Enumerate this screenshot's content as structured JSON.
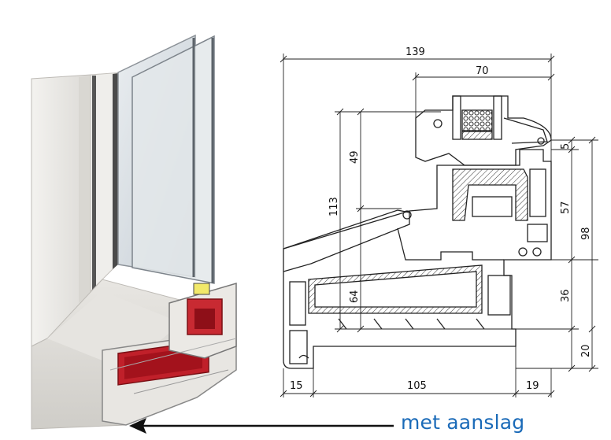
{
  "dimensions": {
    "top_total": "139",
    "top_sash": "70",
    "left_outer": "113",
    "left_upper": "49",
    "left_lower": "64",
    "right_small": "5",
    "right_middle": "57",
    "right_total": "98",
    "right_lower": "36",
    "right_bottom": "20",
    "bottom_left": "15",
    "bottom_middle": "105",
    "bottom_right": "19"
  },
  "caption": "met aanslag",
  "colors": {
    "caption": "#1a6ab8",
    "profile_line": "#222222",
    "reinforcement_red": "#c0202a",
    "pvc_white": "#ecebe8"
  }
}
